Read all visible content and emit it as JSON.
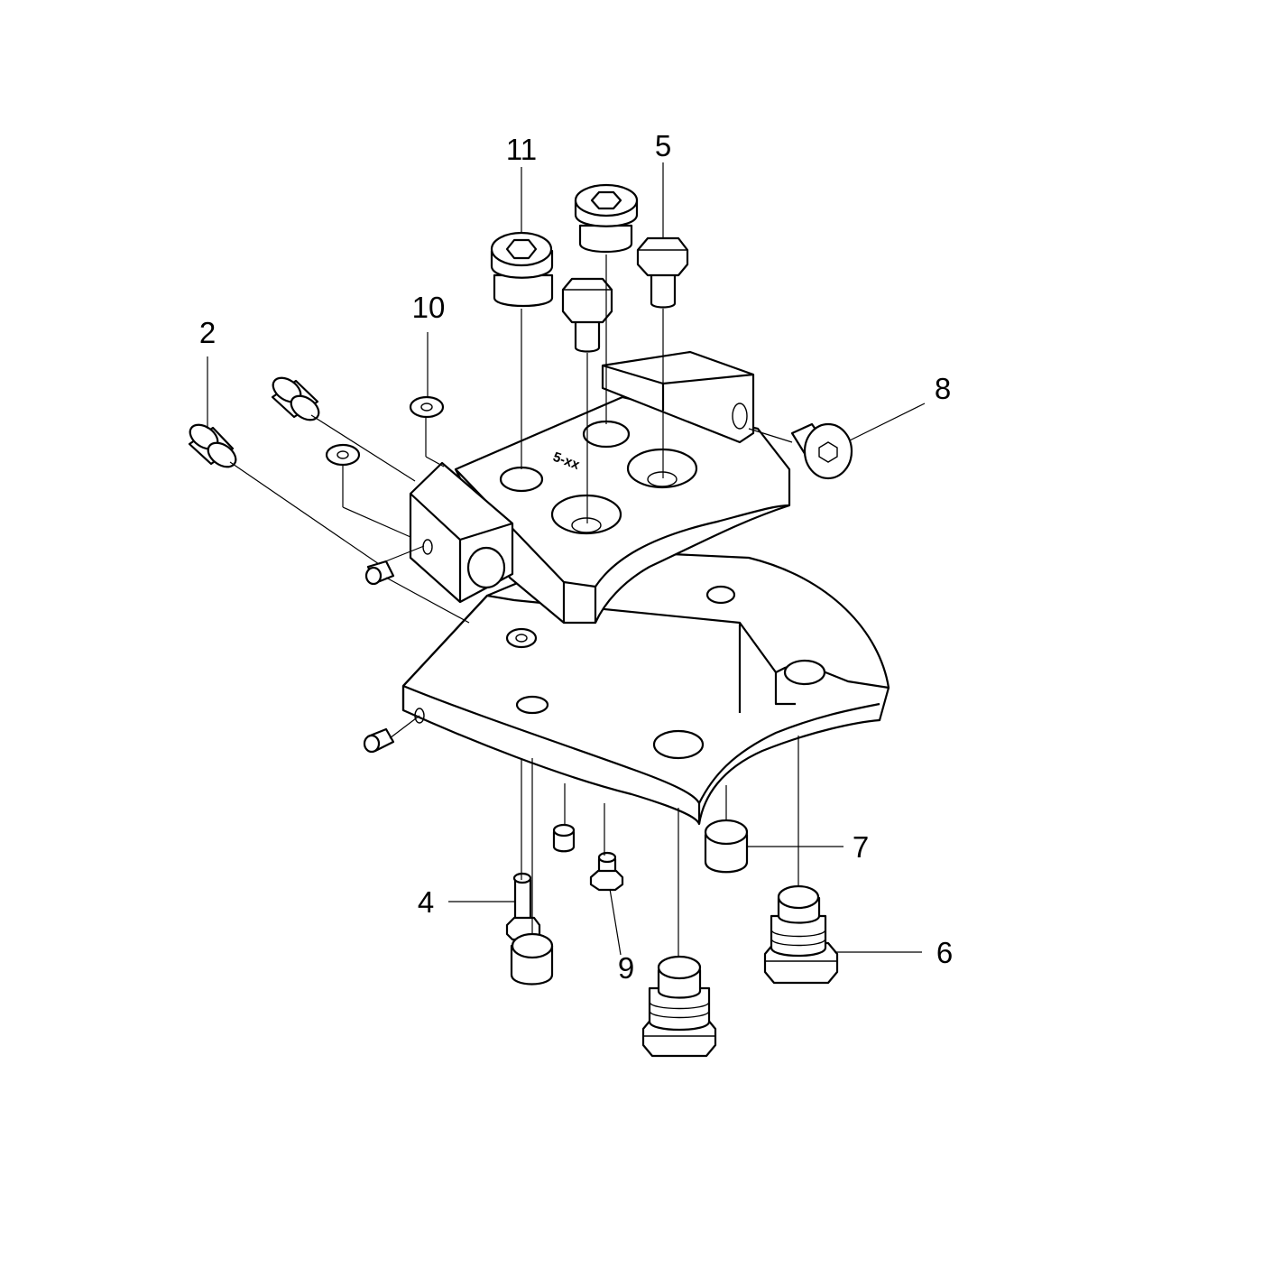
{
  "diagram": {
    "part_labels": [
      "11",
      "5",
      "10",
      "2",
      "8",
      "7",
      "4",
      "9",
      "6"
    ],
    "engraving": "5-xx"
  }
}
